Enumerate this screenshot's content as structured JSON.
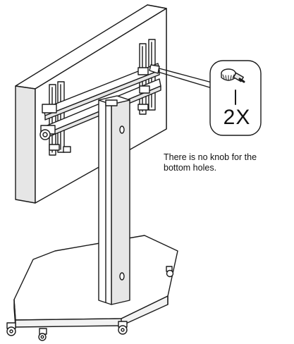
{
  "callout": {
    "quantity": "2X"
  },
  "note": {
    "line1": "There is no knob for the",
    "line2": "bottom holes."
  },
  "colors": {
    "stroke": "#1a1a1a",
    "fill": "#ffffff",
    "shade": "#e6e6e6"
  },
  "icons": [
    "screw-knob-icon",
    "caster-wheel-icon"
  ]
}
